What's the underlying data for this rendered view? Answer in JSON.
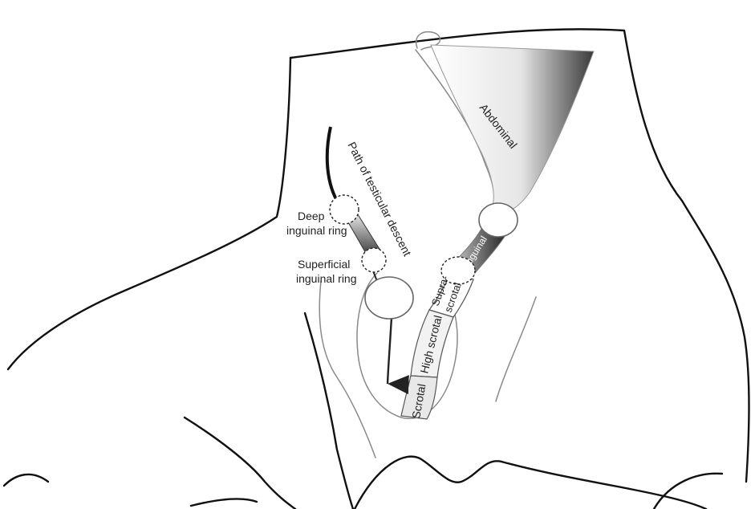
{
  "labels": {
    "abdominal": "Abdominal",
    "path": "Path of testicular descent",
    "deep_ring": [
      "Deep",
      "inguinal ring"
    ],
    "superficial_ring": [
      "Superficial",
      "inguinal ring"
    ],
    "inguinal": "Inguinal",
    "suprascrotal": [
      "Supra-",
      "scrotal"
    ],
    "high_scrotal": "High scrotal",
    "scrotal": "Scrotal"
  },
  "colors": {
    "outline": "#111111",
    "thin_line": "#8a8a8a",
    "gradient_dark": "#3a3a3a",
    "gradient_light": "#ffffff"
  }
}
